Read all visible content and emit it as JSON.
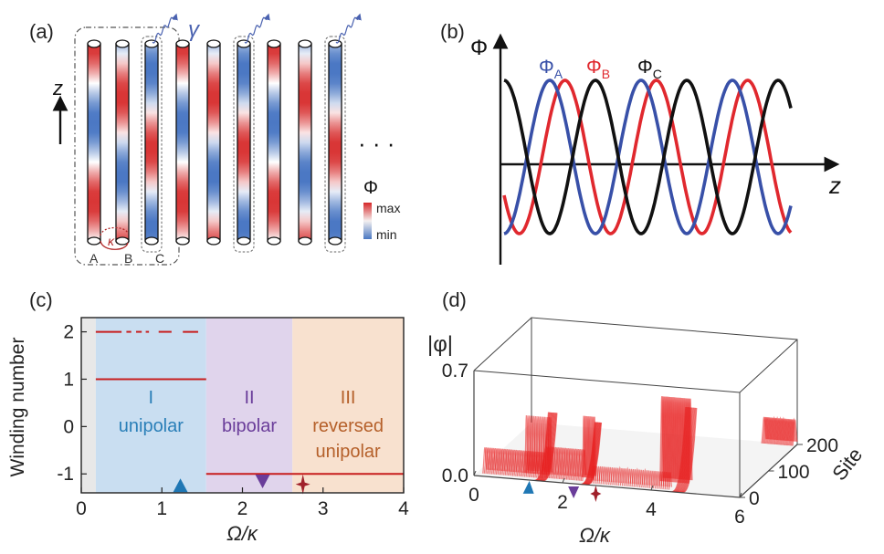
{
  "panel_labels": {
    "a": "(a)",
    "b": "(b)",
    "c": "(c)",
    "d": "(d)"
  },
  "panel_a": {
    "z_label": "z",
    "gamma_label": "γ",
    "kappa_label": "κ",
    "site_labels": [
      "A",
      "B",
      "C"
    ],
    "ellipsis": "· · ·",
    "colorbar": {
      "title": "Φ",
      "max_label": "max",
      "min_label": "min",
      "max_color": "#d62728",
      "min_color": "#4a78c2"
    },
    "colors": {
      "field_red": "#d93636",
      "field_blue": "#4b78c4",
      "loss_wave": "#4a62b0",
      "dash_box": "#666666",
      "kappa": "#b02828"
    }
  },
  "panel_b": {
    "y_label": "Φ",
    "x_label": "z",
    "legend": [
      {
        "name": "Φ",
        "sub": "A",
        "color": "#3850a8"
      },
      {
        "name": "Φ",
        "sub": "B",
        "color": "#e0282e"
      },
      {
        "name": "Φ",
        "sub": "C",
        "color": "#111111"
      }
    ]
  },
  "chart_data": [
    {
      "type": "line",
      "panel": "c",
      "xlabel": "Ω/κ",
      "ylabel": "Winding number",
      "xlim": [
        0,
        4
      ],
      "ylim": [
        -1.4,
        2.3
      ],
      "x_ticks": [
        "0",
        "1",
        "2",
        "3",
        "4"
      ],
      "y_ticks": [
        "-1",
        "0",
        "1",
        "2"
      ],
      "regions": [
        {
          "x": [
            0,
            0.18
          ],
          "color": "#e8e8e8",
          "label_top": "",
          "label_bottom": "",
          "label_color": ""
        },
        {
          "x": [
            0.18,
            1.55
          ],
          "color": "#c9def1",
          "label_top": "I",
          "label_bottom": "unipolar",
          "label_color": "#2a7fb8"
        },
        {
          "x": [
            1.55,
            2.62
          ],
          "color": "#e0d4ec",
          "label_top": "II",
          "label_bottom": "bipolar",
          "label_color": "#6a3d9a"
        },
        {
          "x": [
            2.62,
            4.0
          ],
          "color": "#f8e1cf",
          "label_top": "III",
          "label_bottom": "reversed unipolar",
          "label_color": "#b5602a"
        }
      ],
      "series": [
        {
          "segments": [
            [
              0.18,
              1.55
            ]
          ],
          "value": 1,
          "color": "#c81e1e"
        },
        {
          "segments": [
            [
              1.55,
              4.0
            ]
          ],
          "value": -1,
          "color": "#c81e1e"
        },
        {
          "segments": [
            [
              0.18,
              0.5
            ],
            [
              0.56,
              0.62
            ],
            [
              0.68,
              0.75
            ],
            [
              0.8,
              0.84
            ],
            [
              0.96,
              1.12
            ],
            [
              1.26,
              1.45
            ]
          ],
          "value": 2,
          "color": "#c81e1e"
        }
      ],
      "markers": [
        {
          "x": 1.23,
          "y": -1.25,
          "shape": "triangle-up",
          "color": "#1f77b4"
        },
        {
          "x": 2.25,
          "y": -1.15,
          "shape": "triangle-down",
          "color": "#6a3d9a"
        },
        {
          "x": 2.75,
          "y": -1.22,
          "shape": "star",
          "color": "#a0202a"
        }
      ]
    },
    {
      "type": "area",
      "panel": "d",
      "xlabel": "Ω/κ",
      "ylabel": "|φ|",
      "zlabel": "Site",
      "x_ticks": [
        "0",
        "2",
        "4",
        "6"
      ],
      "y_ticks": [
        "0.0",
        "0.7"
      ],
      "site_ticks": [
        "0",
        "100",
        "200"
      ],
      "xlim": [
        0,
        6
      ],
      "zlim": [
        0,
        0.7
      ],
      "color": "#e82020",
      "markers": [
        {
          "x": 1.23,
          "shape": "triangle-up",
          "color": "#1f77b4"
        },
        {
          "x": 2.25,
          "shape": "triangle-down",
          "color": "#6a3d9a"
        },
        {
          "x": 2.75,
          "shape": "star",
          "color": "#a0202a"
        }
      ]
    }
  ]
}
